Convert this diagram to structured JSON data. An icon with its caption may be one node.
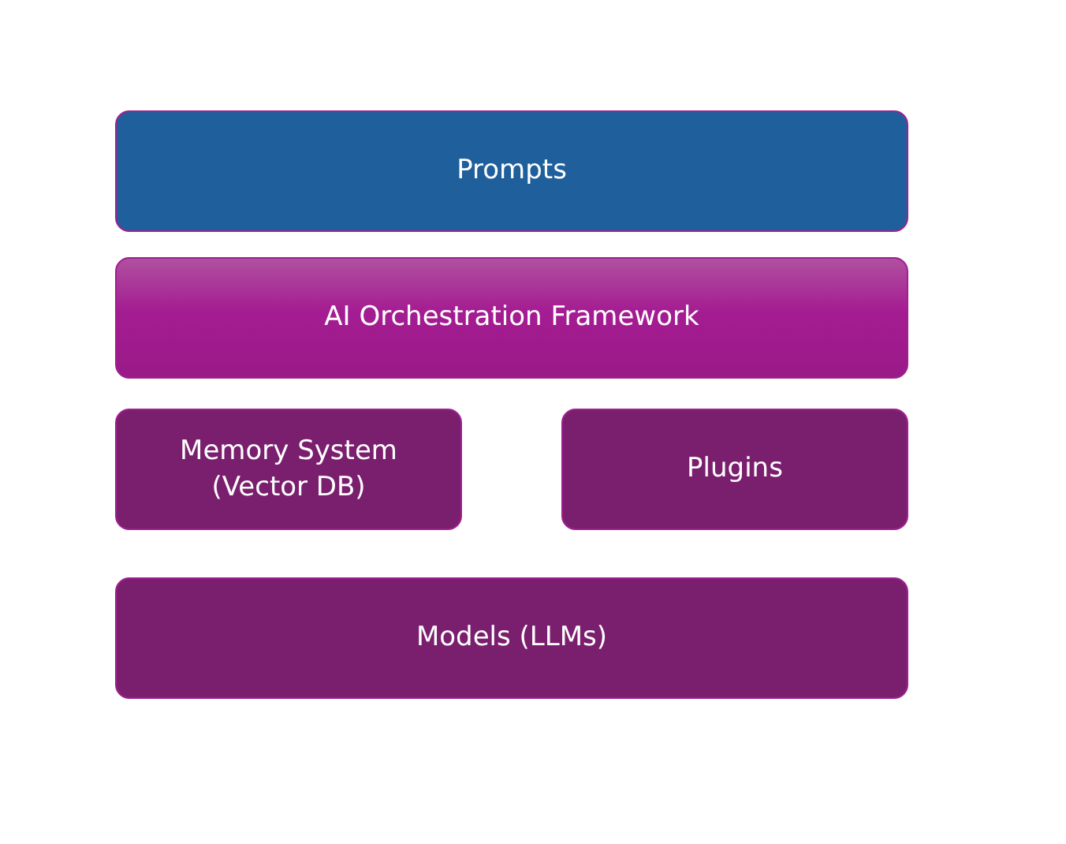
{
  "diagram": {
    "nodes": [
      {
        "text": [
          "Prompts"
        ]
      },
      {
        "text": [
          "AI Orchestration Framework"
        ]
      },
      {
        "text": [
          "Memory System (Vector DB)"
        ]
      },
      {
        "text": [
          "Plugins"
        ]
      },
      {
        "text": [
          "Models (LLMs)"
        ]
      }
    ]
  }
}
